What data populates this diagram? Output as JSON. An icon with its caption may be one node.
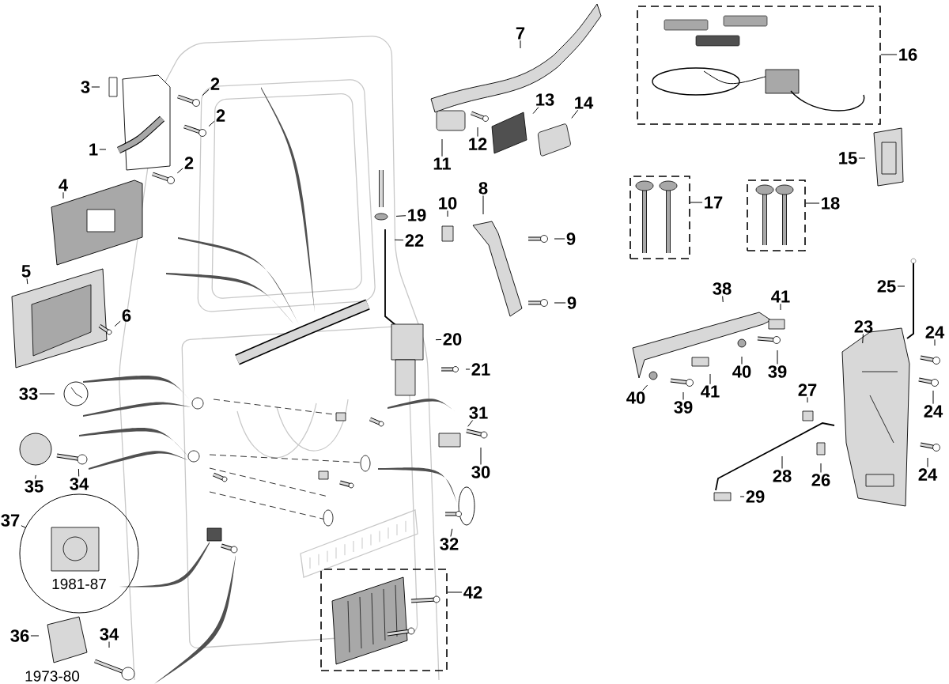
{
  "diagram": {
    "nodes": [
      {
        "text": [
          "3"
        ]
      },
      {
        "text": [
          "2"
        ]
      },
      {
        "text": [
          "1"
        ]
      },
      {
        "text": [
          "2"
        ]
      },
      {
        "text": [
          "2"
        ]
      },
      {
        "text": [
          "4"
        ]
      },
      {
        "text": [
          "5"
        ]
      },
      {
        "text": [
          "6"
        ]
      },
      {
        "text": [
          "7"
        ]
      },
      {
        "text": [
          "13"
        ]
      },
      {
        "text": [
          "14"
        ]
      },
      {
        "text": [
          "12"
        ]
      },
      {
        "text": [
          "11"
        ]
      },
      {
        "text": [],
        "shape": "box"
      },
      {
        "text": [
          "16"
        ]
      },
      {
        "text": [
          "15"
        ]
      },
      {
        "text": [
          "8"
        ]
      },
      {
        "text": [
          "10"
        ]
      },
      {
        "text": [
          "19"
        ]
      },
      {
        "text": [
          "22"
        ]
      },
      {
        "text": [
          "9"
        ]
      },
      {
        "text": [],
        "shape": "box"
      },
      {
        "text": [
          "17"
        ]
      },
      {
        "text": [],
        "shape": "box"
      },
      {
        "text": [
          "18"
        ]
      },
      {
        "text": [
          "9"
        ]
      },
      {
        "text": [
          "25"
        ]
      },
      {
        "text": [
          "38"
        ]
      },
      {
        "text": [
          "41"
        ]
      },
      {
        "text": [
          "23"
        ]
      },
      {
        "text": [
          "24"
        ]
      },
      {
        "text": [
          "20"
        ]
      },
      {
        "text": [
          "21"
        ]
      },
      {
        "text": [
          "40"
        ]
      },
      {
        "text": [
          "39"
        ]
      },
      {
        "text": [
          "41"
        ]
      },
      {
        "text": [
          "33"
        ]
      },
      {
        "text": [
          "27"
        ]
      },
      {
        "text": [
          "40"
        ]
      },
      {
        "text": [
          "39"
        ]
      },
      {
        "text": [
          "24"
        ]
      },
      {
        "text": [
          "31"
        ]
      },
      {
        "text": [
          "30"
        ]
      },
      {
        "text": [
          "24"
        ]
      },
      {
        "text": [
          "28"
        ]
      },
      {
        "text": [
          "26"
        ]
      },
      {
        "text": [
          "35"
        ]
      },
      {
        "text": [
          "34"
        ]
      },
      {
        "text": [
          "29"
        ]
      },
      {
        "text": [
          "37"
        ]
      },
      {
        "text": [
          "1981-87"
        ]
      },
      {
        "text": [
          "32"
        ]
      },
      {
        "text": [],
        "shape": "box"
      },
      {
        "text": [
          "42"
        ]
      },
      {
        "text": [
          "36"
        ]
      },
      {
        "text": [
          "34"
        ]
      }
    ],
    "edges": [
      {
        "from": 0,
        "to": null,
        "arrow": "none"
      },
      {
        "from": 1,
        "to": null,
        "arrow": "none"
      },
      {
        "from": 2,
        "to": null,
        "arrow": "none"
      },
      {
        "from": 3,
        "to": null,
        "arrow": "none"
      },
      {
        "from": 4,
        "to": null,
        "arrow": "none"
      },
      {
        "from": 5,
        "to": null,
        "arrow": "none"
      },
      {
        "from": 6,
        "to": null,
        "arrow": "none"
      },
      {
        "from": 7,
        "to": null,
        "arrow": "none"
      },
      {
        "from": 8,
        "to": null,
        "arrow": "none"
      },
      {
        "from": 9,
        "to": null,
        "arrow": "none"
      },
      {
        "from": 10,
        "to": null,
        "arrow": "none"
      },
      {
        "from": 11,
        "to": null,
        "arrow": "none"
      },
      {
        "from": 12,
        "to": null,
        "arrow": "none"
      },
      {
        "from": 14,
        "to": 13,
        "arrow": "none"
      },
      {
        "from": 15,
        "to": null,
        "arrow": "none"
      },
      {
        "from": 16,
        "to": null,
        "arrow": "none"
      },
      {
        "from": 17,
        "to": null,
        "arrow": "none"
      },
      {
        "from": 18,
        "to": null,
        "arrow": "none"
      },
      {
        "from": 19,
        "to": null,
        "arrow": "none"
      },
      {
        "from": 20,
        "to": null,
        "arrow": "none"
      },
      {
        "from": 22,
        "to": 21,
        "arrow": "none"
      },
      {
        "from": 24,
        "to": 23,
        "arrow": "none"
      },
      {
        "from": 25,
        "to": null,
        "arrow": "none"
      },
      {
        "from": 26,
        "to": null,
        "arrow": "none"
      },
      {
        "from": 27,
        "to": null,
        "arrow": "none"
      },
      {
        "from": 28,
        "to": null,
        "arrow": "none"
      },
      {
        "from": 29,
        "to": null,
        "arrow": "none"
      },
      {
        "from": 30,
        "to": null,
        "arrow": "none"
      },
      {
        "from": 31,
        "to": null,
        "arrow": "none"
      },
      {
        "from": 32,
        "to": null,
        "arrow": "none"
      },
      {
        "from": 33,
        "to": null,
        "arrow": "none"
      },
      {
        "from": 34,
        "to": null,
        "arrow": "none"
      },
      {
        "from": 35,
        "to": null,
        "arrow": "none"
      },
      {
        "from": 36,
        "to": null,
        "arrow": "none"
      },
      {
        "from": 37,
        "to": null,
        "arrow": "none"
      },
      {
        "from": 38,
        "to": null,
        "arrow": "none"
      },
      {
        "from": 39,
        "to": null,
        "arrow": "none"
      },
      {
        "from": 40,
        "to": null,
        "arrow": "none"
      },
      {
        "from": 41,
        "to": null,
        "arrow": "none"
      },
      {
        "from": 42,
        "to": null,
        "arrow": "none"
      },
      {
        "from": 43,
        "to": null,
        "arrow": "none"
      },
      {
        "from": 44,
        "to": null,
        "arrow": "none"
      },
      {
        "from": 45,
        "to": null,
        "arrow": "none"
      },
      {
        "from": 46,
        "to": null,
        "arrow": "none"
      },
      {
        "from": 47,
        "to": null,
        "arrow": "none"
      },
      {
        "from": 48,
        "to": null,
        "arrow": "none"
      },
      {
        "from": 49,
        "to": 50,
        "arrow": "none"
      },
      {
        "from": 51,
        "to": null,
        "arrow": "none"
      },
      {
        "from": 53,
        "to": 52,
        "arrow": "none"
      },
      {
        "from": 54,
        "to": null,
        "arrow": "none"
      },
      {
        "from": 55,
        "to": null,
        "arrow": "none"
      }
    ],
    "labels": [
      "1973-80"
    ]
  }
}
